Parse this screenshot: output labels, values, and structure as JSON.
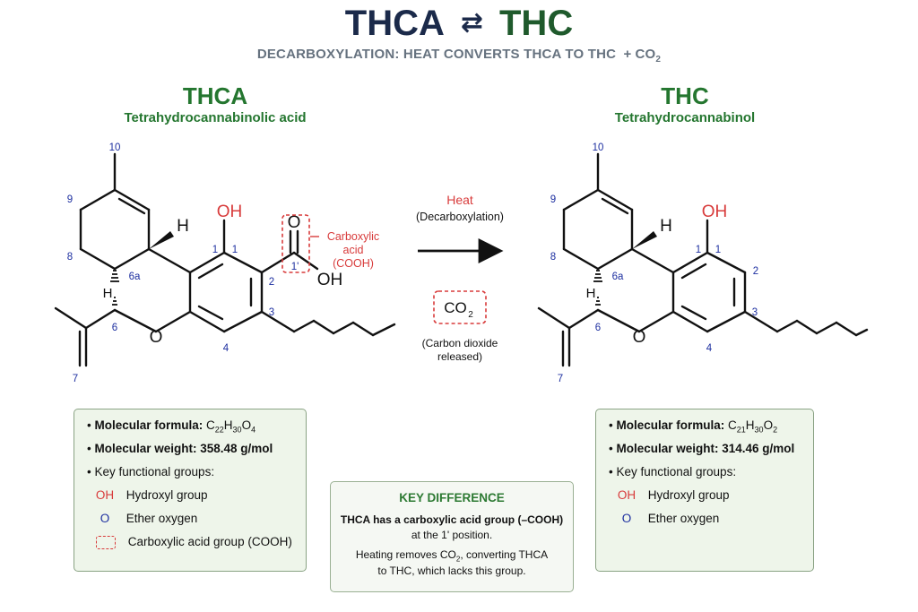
{
  "title": {
    "left": "THCA",
    "arrow": "⇄",
    "right": "THC"
  },
  "subtitle": "DECARBOXYLATION: HEAT CONVERTS THCA TO THC",
  "subtitle_plus": "+",
  "subtitle_co2": "CO",
  "subtitle_co2_sub": "2",
  "thca": {
    "name": "THCA",
    "full_name": "Tetrahydrocannabinolic acid",
    "atoms": {
      "OH": "OH",
      "O_carbonyl": "O",
      "OH_acid": "OH",
      "O_ether": "O",
      "H": "H",
      "H6a": "H"
    },
    "numbers": {
      "n10": "10",
      "n9": "9",
      "n8": "8",
      "n6a": "6a",
      "n6": "6",
      "n7": "7",
      "n1a": "1",
      "n1b": "1",
      "n1prime": "1'",
      "n2": "2",
      "n3": "3",
      "n4": "4"
    },
    "callout": {
      "line1": "Carboxylic",
      "line2": "acid",
      "line3": "(COOH)"
    },
    "info": {
      "formula_label": "Molecular formula:",
      "formula": {
        "C": "C",
        "c_sub": "22",
        "H": "H",
        "h_sub": "30",
        "O": "O",
        "o_sub": "4"
      },
      "weight_label": "Molecular weight:",
      "weight": "358.48 g/mol",
      "groups_label": "Key functional groups:",
      "groups": [
        {
          "symbol": "OH",
          "label": "Hydroxyl group"
        },
        {
          "symbol": "O",
          "label": "Ether oxygen"
        },
        {
          "symbol": "",
          "label": "Carboxylic acid group (COOH)"
        }
      ]
    }
  },
  "thc": {
    "name": "THC",
    "full_name": "Tetrahydrocannabinol",
    "atoms": {
      "OH": "OH",
      "O_ether": "O",
      "H": "H",
      "H6a": "H"
    },
    "numbers": {
      "n10": "10",
      "n9": "9",
      "n8": "8",
      "n6a": "6a",
      "n6": "6",
      "n7": "7",
      "n1a": "1",
      "n1b": "1",
      "n2": "2",
      "n3": "3",
      "n4": "4"
    },
    "info": {
      "formula_label": "Molecular formula:",
      "formula": {
        "C": "C",
        "c_sub": "21",
        "H": "H",
        "h_sub": "30",
        "O": "O",
        "o_sub": "2"
      },
      "weight_label": "Molecular weight:",
      "weight": "314.46 g/mol",
      "groups_label": "Key functional groups:",
      "groups": [
        {
          "symbol": "OH",
          "label": "Hydroxyl group"
        },
        {
          "symbol": "O",
          "label": "Ether oxygen"
        }
      ]
    }
  },
  "reaction": {
    "heat": "Heat",
    "heat_note": "(Decarboxylation)",
    "co2": "CO",
    "co2_sub": "2",
    "co2_note_1": "(Carbon dioxide",
    "co2_note_2": "released)"
  },
  "key_difference": {
    "title": "KEY DIFFERENCE",
    "line1": "THCA has a carboxylic acid group (–COOH)",
    "line2": "at the 1' position.",
    "line3a": "Heating removes CO",
    "line3_sub": "2",
    "line3b": ", converting THCA",
    "line4": "to THC, which lacks this group."
  },
  "colors": {
    "navy": "#1b2a4a",
    "green": "#24762f",
    "red": "#d83b3b",
    "blue_numbers": "#1d2fa0",
    "box_bg": "#eef5ea"
  }
}
